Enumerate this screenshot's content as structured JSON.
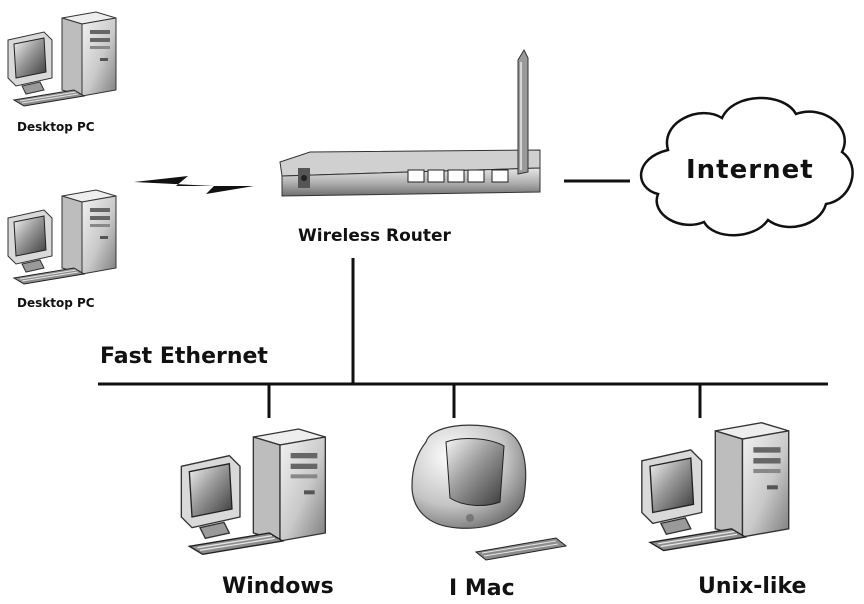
{
  "labels": {
    "desktop_pc_1": "Desktop PC",
    "desktop_pc_2": "Desktop PC",
    "router": "Wireless Router",
    "internet": "Internet",
    "network": "Fast Ethernet",
    "windows": "Windows",
    "imac": "I Mac",
    "unix": "Unix-like"
  },
  "icons": {
    "desktop": "desktop-pc-icon",
    "router": "wireless-router-icon",
    "cloud": "internet-cloud-icon",
    "imac": "imac-icon",
    "wireless": "lightning-bolt-icon"
  },
  "colors": {
    "line": "#111111",
    "metal_dark": "#7a7a7a",
    "metal_light": "#d8d8d8"
  }
}
